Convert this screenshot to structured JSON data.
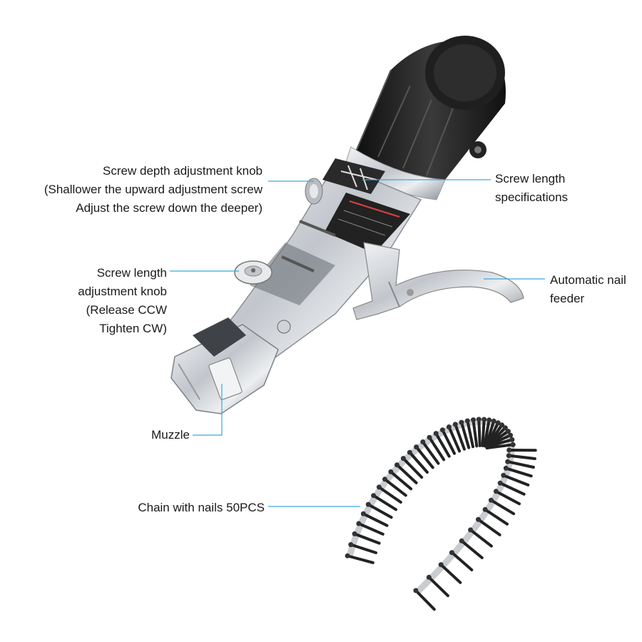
{
  "annotations": {
    "depth_knob": [
      "Screw depth adjustment knob",
      "(Shallower the upward adjustment screw",
      "Adjust the screw down the deeper)"
    ],
    "length_specs": [
      "Screw length",
      "specifications"
    ],
    "length_knob": [
      "Screw length",
      "adjustment knob",
      "(Release CCW",
      "Tighten CW)"
    ],
    "feeder": [
      "Automatic nail",
      "feeder"
    ],
    "muzzle": [
      "Muzzle"
    ],
    "chain": [
      "Chain with nails 50PCS"
    ]
  },
  "colors": {
    "leader_line": "#39a9e0",
    "grip": "#1c1c1c",
    "metal": "#c9cdd2",
    "screw": "#222222"
  }
}
